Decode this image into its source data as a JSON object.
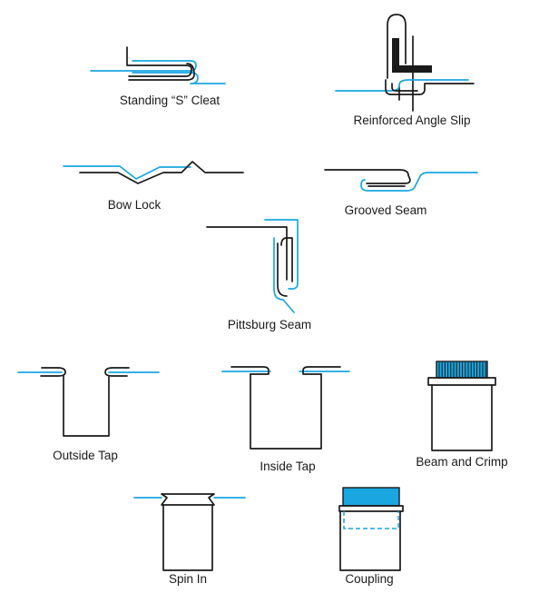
{
  "colors": {
    "sheet_a": "#1a1a1a",
    "sheet_b": "#1aa6e0"
  },
  "joints": {
    "standing_s_cleat": "Standing “S” Cleat",
    "reinforced_angle_slip": "Reinforced Angle Slip",
    "bow_lock": "Bow Lock",
    "grooved_seam": "Grooved Seam",
    "pittsburg_seam": "Pittsburg Seam",
    "outside_tap": "Outside Tap",
    "inside_tap": "Inside Tap",
    "beam_and_crimp": "Beam and Crimp",
    "spin_in": "Spin In",
    "coupling": "Coupling"
  }
}
